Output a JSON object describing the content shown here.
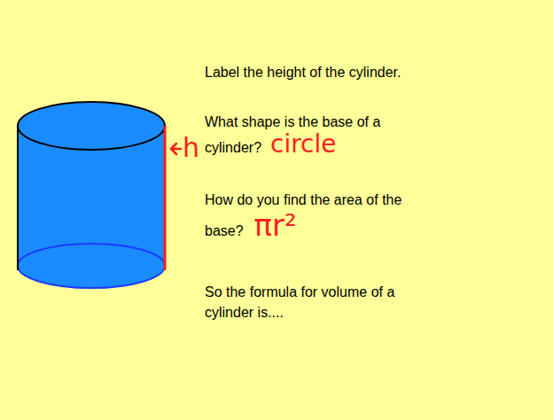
{
  "diagram": {
    "labels": [
      "Label the height of the cylinder.",
      "What shape is the base of a cylinder?",
      "circle",
      "h",
      "How do you find the area of the base?",
      "πr²",
      "So the formula for volume of a cylinder is...."
    ]
  }
}
